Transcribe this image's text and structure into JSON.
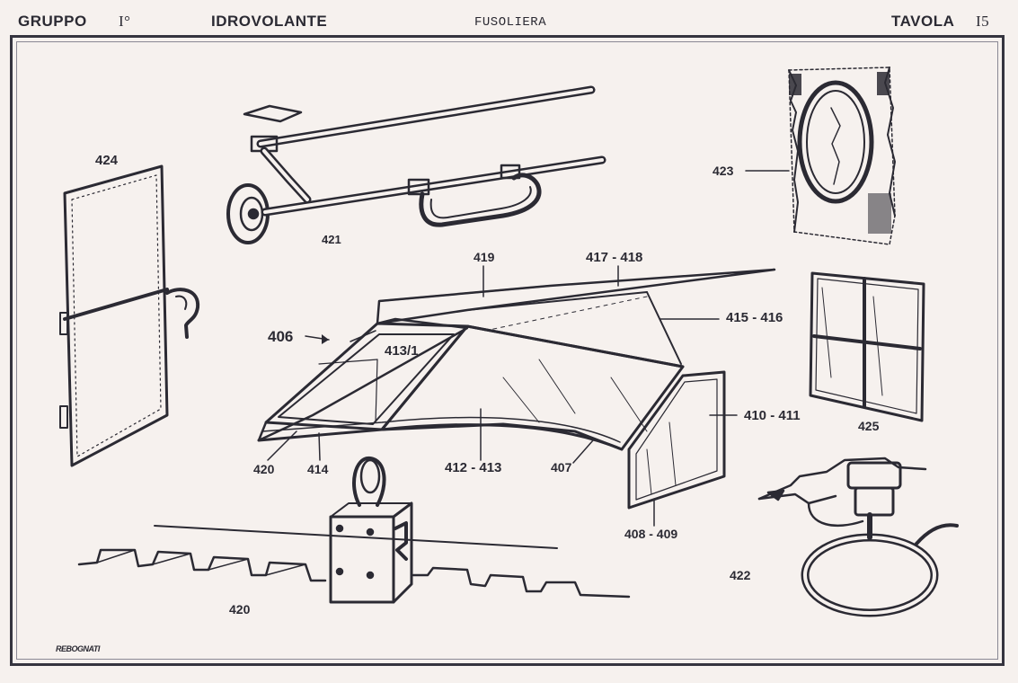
{
  "header": {
    "gruppo": "GRUPPO",
    "gruppo_num": "I°",
    "aircraft": "IDROVOLANTE",
    "section": "FUSOLIERA",
    "tavola": "TAVOLA",
    "tavola_num": "I5"
  },
  "callouts": {
    "c424": "424",
    "c421": "421",
    "c423": "423",
    "c419": "419",
    "c417_418": "417 - 418",
    "c415_416": "415 - 416",
    "c406": "406",
    "c413_1": "413/1",
    "c410_411": "410 - 411",
    "c425": "425",
    "c420a": "420",
    "c414": "414",
    "c412_413": "412 - 413",
    "c407": "407",
    "c408_409": "408 - 409",
    "c422": "422",
    "c420b": "420"
  },
  "signature": "REBOGNATI",
  "colors": {
    "ink": "#2b2a33",
    "paper": "#f6f1ee"
  }
}
